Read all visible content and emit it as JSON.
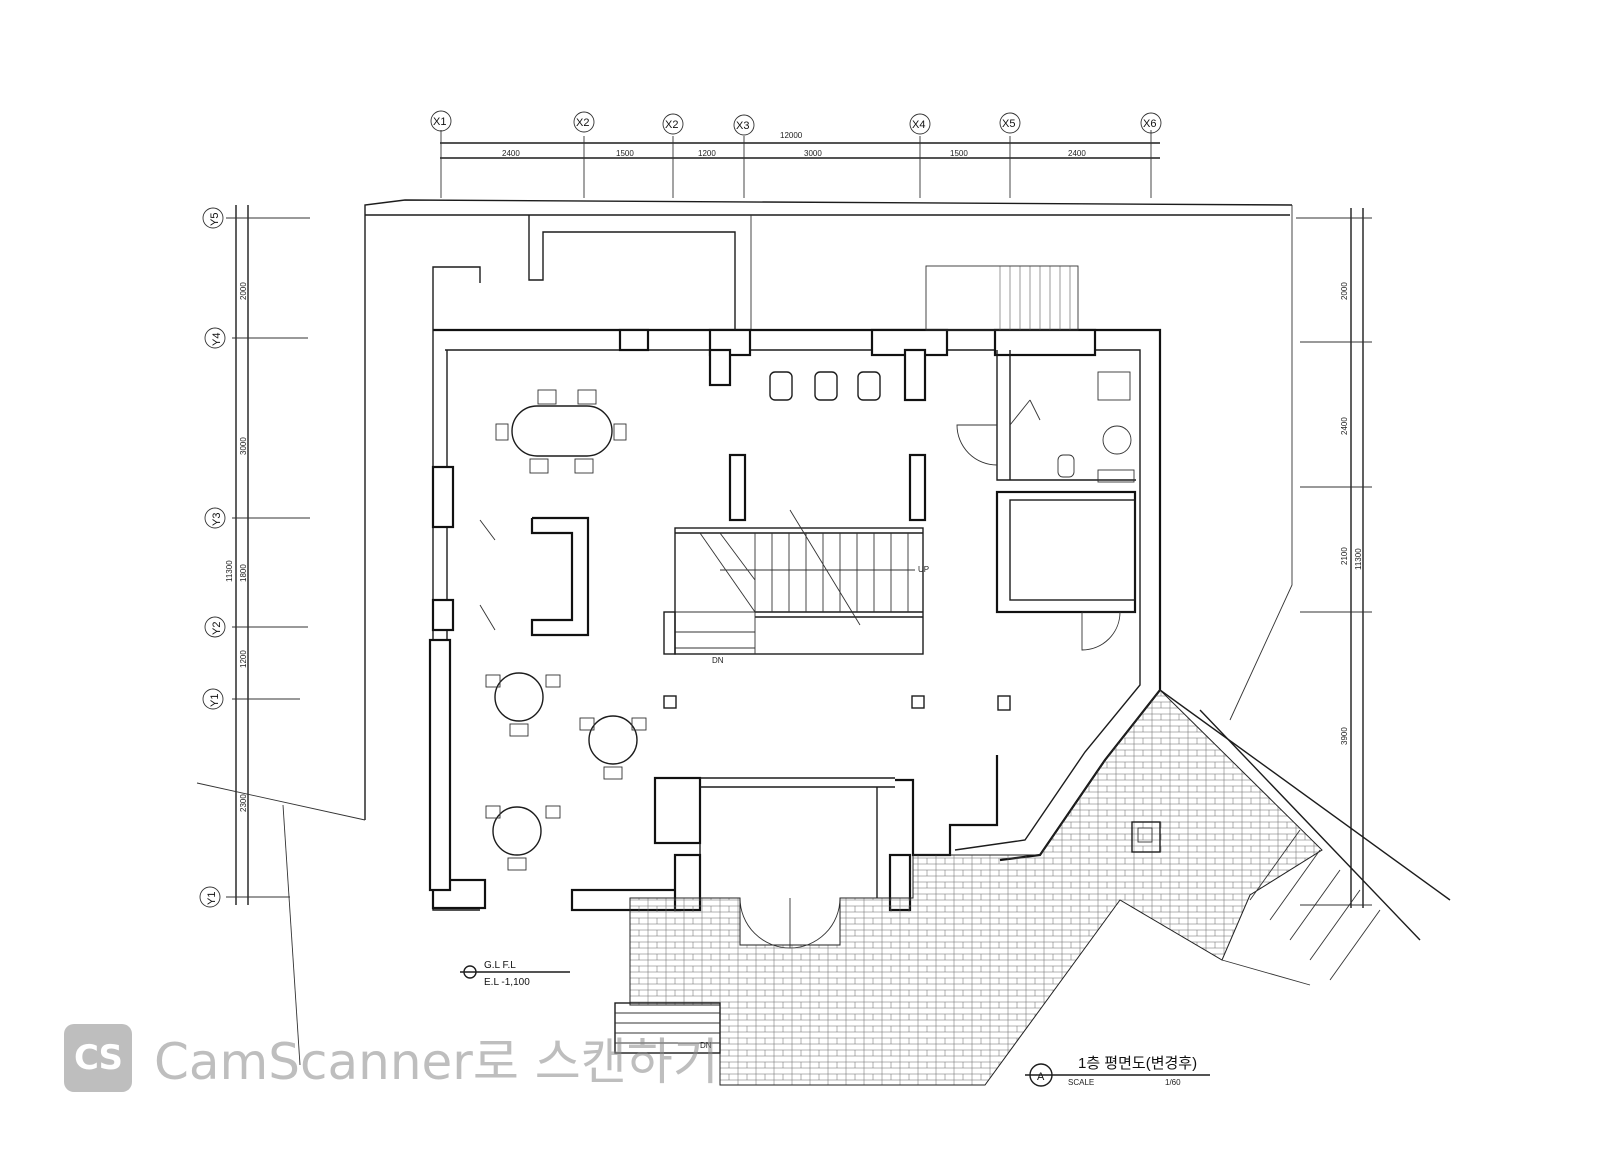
{
  "drawing": {
    "grid_x": [
      "X1",
      "X2",
      "X2",
      "X3",
      "X4",
      "X5",
      "X6"
    ],
    "grid_y": [
      "Y5",
      "Y4",
      "Y3",
      "Y2",
      "Y1",
      "Y1"
    ],
    "overall_dimension_top": "12000",
    "dims_top": [
      "2400",
      "1500",
      "1200",
      "3000",
      "1500",
      "2400"
    ],
    "dims_left": [
      "2000",
      "3000",
      "1800",
      "1200",
      "2300"
    ],
    "dim_left_total": "11300",
    "dims_right": [
      "2000",
      "2400",
      "2100",
      "3900"
    ],
    "dim_right_total": "11300",
    "stair_up": "UP",
    "stair_dn": "DN",
    "ramp_dn": "DN",
    "level_note_1": "G.L  F.L",
    "level_note_2": "E.L  -1,100"
  },
  "title_block": {
    "symbol_letter": "A",
    "title": "1층  평면도(변경후)",
    "scale_label": "SCALE",
    "scale_value": "1/60"
  },
  "watermark": {
    "logo_text": "CS",
    "text": "CamScanner로 스캔하기",
    "color": "#8a8a8a"
  }
}
